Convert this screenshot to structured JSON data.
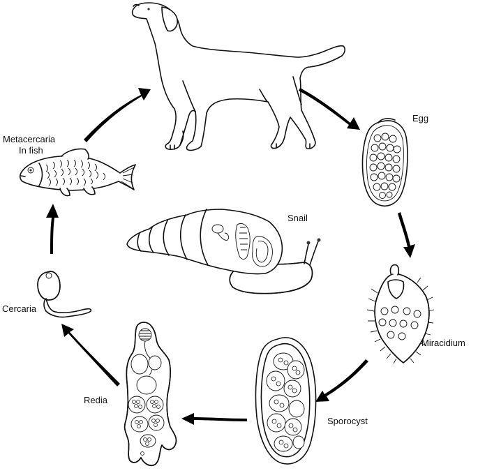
{
  "diagram": {
    "labels": {
      "egg": "Egg",
      "miracidium": "Miracidium",
      "sporocyst": "Sporocyst",
      "redia": "Redia",
      "cercaria": "Cercaria",
      "metacercaria_line1": "Metacercaria",
      "metacercaria_line2": "In fish",
      "snail": "Snail"
    },
    "stages": [
      "dog",
      "egg",
      "miracidium",
      "sporocyst",
      "redia",
      "cercaria",
      "metacercaria-fish",
      "snail"
    ],
    "arrow_color": "#000000",
    "line_color": "#111111",
    "background": "#ffffff"
  }
}
